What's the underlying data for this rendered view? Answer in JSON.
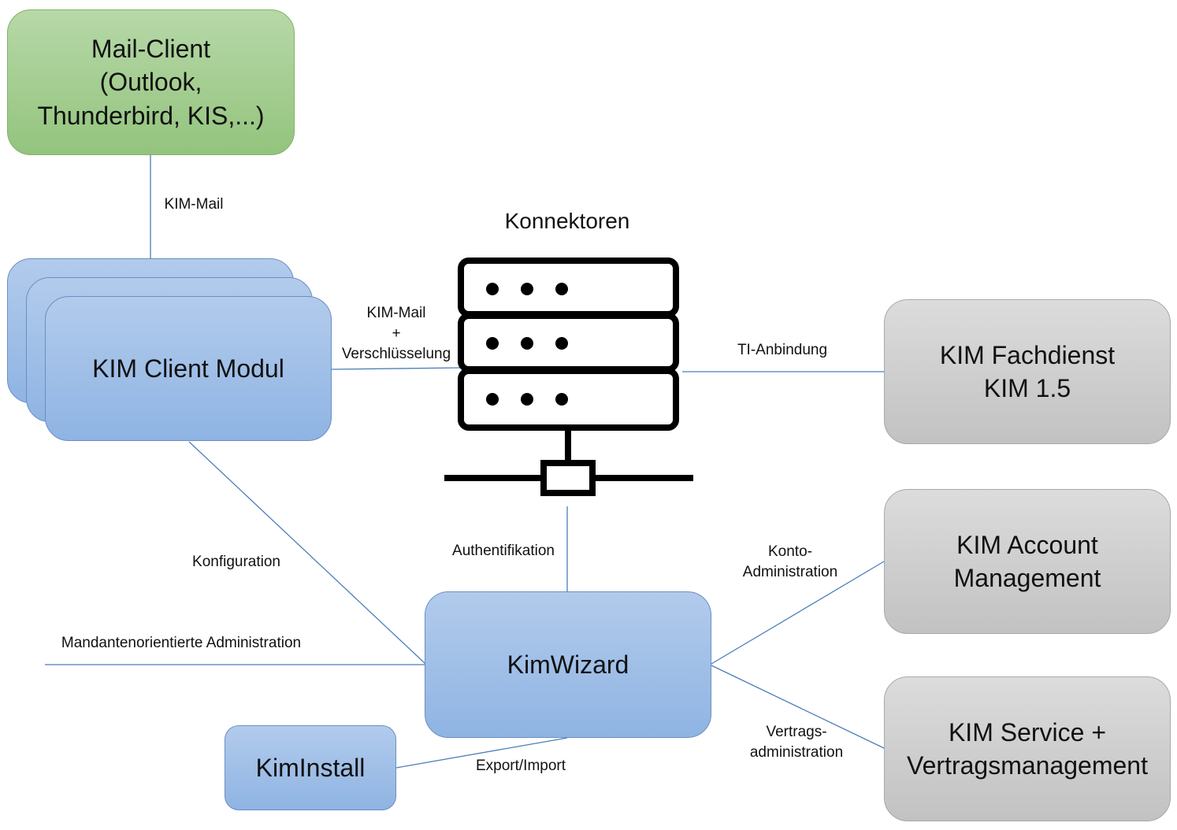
{
  "nodes": {
    "mail_client": "Mail-Client\n(Outlook,\nThunderbird, KIS,...)",
    "kim_client_modul": "KIM Client Modul",
    "konnektoren": "Konnektoren",
    "kim_fachdienst": "KIM Fachdienst\nKIM 1.5",
    "kim_account": "KIM Account\nManagement",
    "kimwizard": "KimWizard",
    "kim_service": "KIM Service +\nVertragsmanagement",
    "kiminstall": "KimInstall"
  },
  "edges": {
    "kim_mail": "KIM-Mail",
    "kim_mail_encryption": "KIM-Mail\n+\nVerschlüsselung",
    "ti_anbindung": "TI-Anbindung",
    "konfiguration": "Konfiguration",
    "authentifikation": "Authentifikation",
    "konto_admin": "Konto-\nAdministration",
    "mandanten_admin": "Mandantenorientierte Administration",
    "vertrags_admin": "Vertrags-\nadministration",
    "export_import": "Export/Import"
  },
  "colors": {
    "green_fill": "#93c47d",
    "blue_fill": "#8fb4e3",
    "grey_fill": "#c2c2c2",
    "line": "#4a7ebb"
  },
  "icons": {
    "konnektoren": "server-rack-network-icon"
  }
}
